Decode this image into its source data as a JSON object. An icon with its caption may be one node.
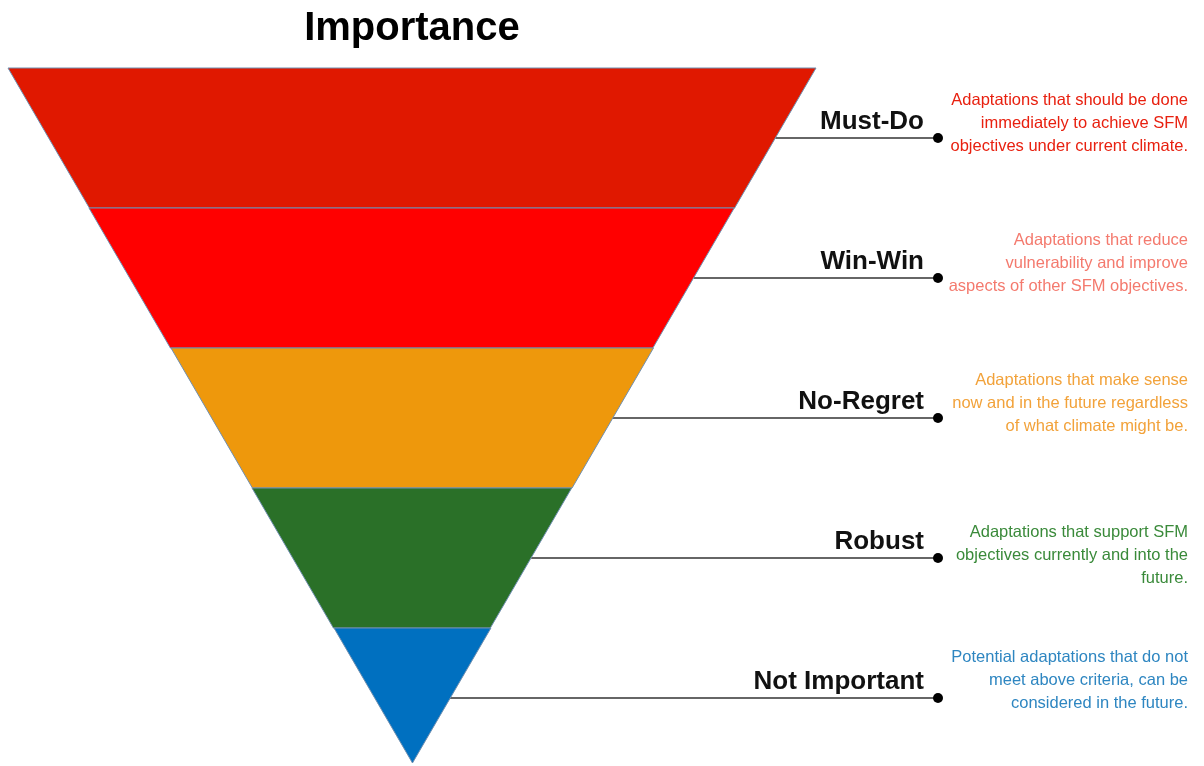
{
  "diagram": {
    "title": "Importance",
    "nodes": [
      {
        "text": [],
        "shape": "band"
      },
      {
        "text": [
          "Must-Do"
        ],
        "beside": [
          "Adaptations that should be done immediately to achieve SFM objectives under current climate."
        ]
      },
      {
        "text": [],
        "shape": "band"
      },
      {
        "text": [
          "Win-Win"
        ],
        "beside": [
          "Adaptations that reduce vulnerability and improve aspects of other SFM objectives."
        ]
      },
      {
        "text": [],
        "shape": "band"
      },
      {
        "text": [
          "No-Regret"
        ],
        "beside": [
          "Adaptations that make sense now and in the future regardless of what climate might be."
        ]
      },
      {
        "text": [],
        "shape": "band"
      },
      {
        "text": [
          "Robust"
        ],
        "beside": [
          "Adaptations that support SFM objectives currently and into the future."
        ]
      },
      {
        "text": [],
        "shape": "band"
      },
      {
        "text": [
          "Not Important"
        ],
        "beside": [
          "Potential adaptations that do not meet above criteria, can be considered in the future."
        ]
      }
    ],
    "edges": [
      {
        "from": 0,
        "to": 1,
        "arrow": "other"
      },
      {
        "from": 2,
        "to": 3,
        "arrow": "other"
      },
      {
        "from": 4,
        "to": 5,
        "arrow": "other"
      },
      {
        "from": 6,
        "to": 7,
        "arrow": "other"
      },
      {
        "from": 8,
        "to": 9,
        "arrow": "other"
      }
    ]
  }
}
